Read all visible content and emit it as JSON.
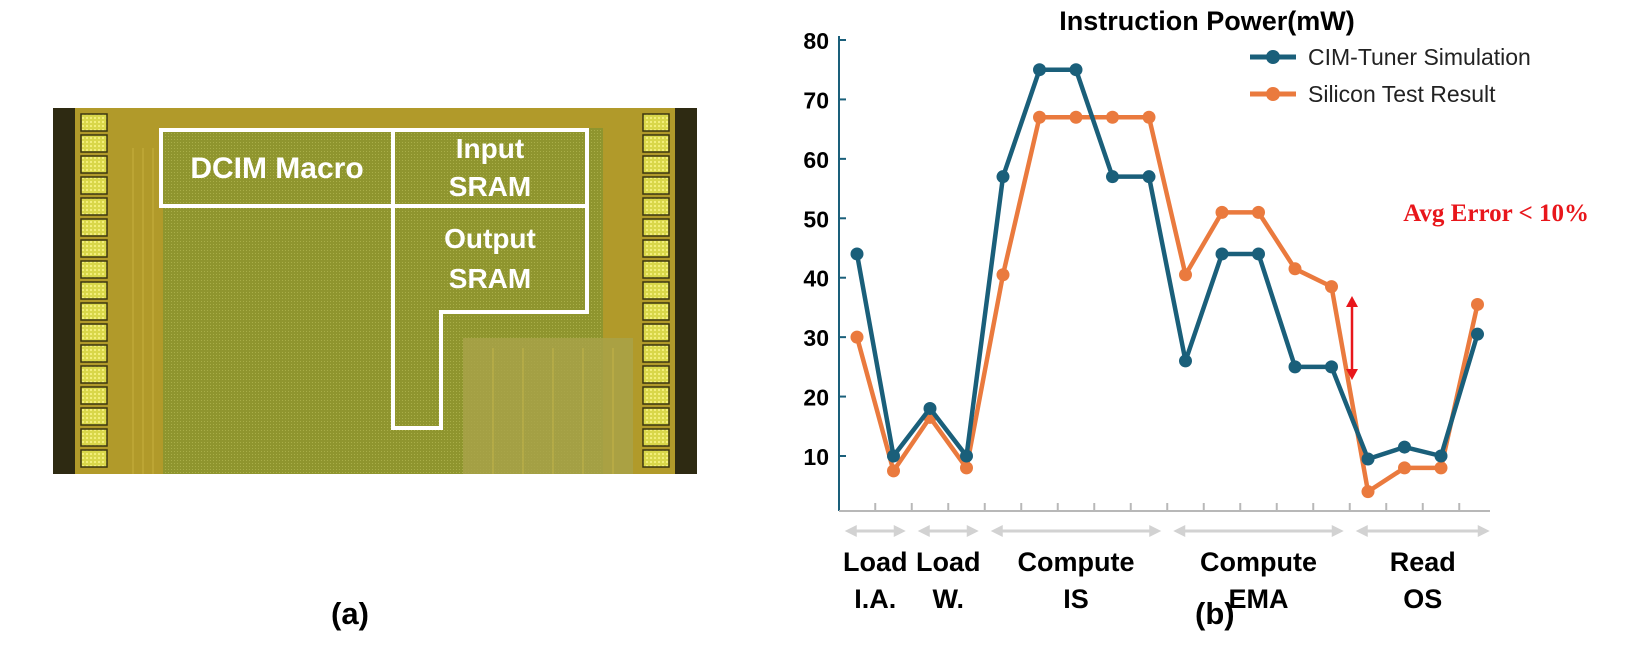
{
  "panel_a": {
    "caption": "(a)",
    "labels": {
      "dcim": "DCIM Macro",
      "input_1": "Input",
      "input_2": "SRAM",
      "output_1": "Output",
      "output_2": "SRAM"
    }
  },
  "panel_b": {
    "caption": "(b)",
    "annotation": "Avg Error < 10%"
  },
  "chart_data": {
    "type": "line",
    "title": "Instruction Power(mW)",
    "xlabel": "",
    "ylabel": "",
    "ylim": [
      0,
      80
    ],
    "yticks": [
      10,
      20,
      30,
      40,
      50,
      60,
      70,
      80
    ],
    "grid": false,
    "legend_position": "top-right",
    "x": [
      1,
      2,
      3,
      4,
      5,
      6,
      7,
      8,
      9,
      10,
      11,
      12,
      13,
      14,
      15,
      16,
      17,
      18
    ],
    "series": [
      {
        "name": "CIM-Tuner Simulation",
        "color": "#1a5f7a",
        "values": [
          44,
          10,
          18,
          10,
          57,
          75,
          75,
          57,
          57,
          26,
          44,
          44,
          25,
          25,
          9.5,
          11.5,
          10,
          30.5
        ]
      },
      {
        "name": "Silicon Test Result",
        "color": "#ea7a3e",
        "values": [
          30,
          7.5,
          16.5,
          8,
          40.5,
          67,
          67,
          67,
          67,
          40.5,
          51,
          51,
          41.5,
          38.5,
          4,
          8,
          8,
          35.5
        ]
      }
    ],
    "groups": [
      {
        "line1": "Load",
        "line2": "I.A.",
        "from": 1,
        "to": 2
      },
      {
        "line1": "Load",
        "line2": "W.",
        "from": 3,
        "to": 4
      },
      {
        "line1": "Compute",
        "line2": "IS",
        "from": 5,
        "to": 9
      },
      {
        "line1": "Compute",
        "line2": "EMA",
        "from": 10,
        "to": 14
      },
      {
        "line1": "Read",
        "line2": "OS",
        "from": 15,
        "to": 18
      }
    ]
  }
}
